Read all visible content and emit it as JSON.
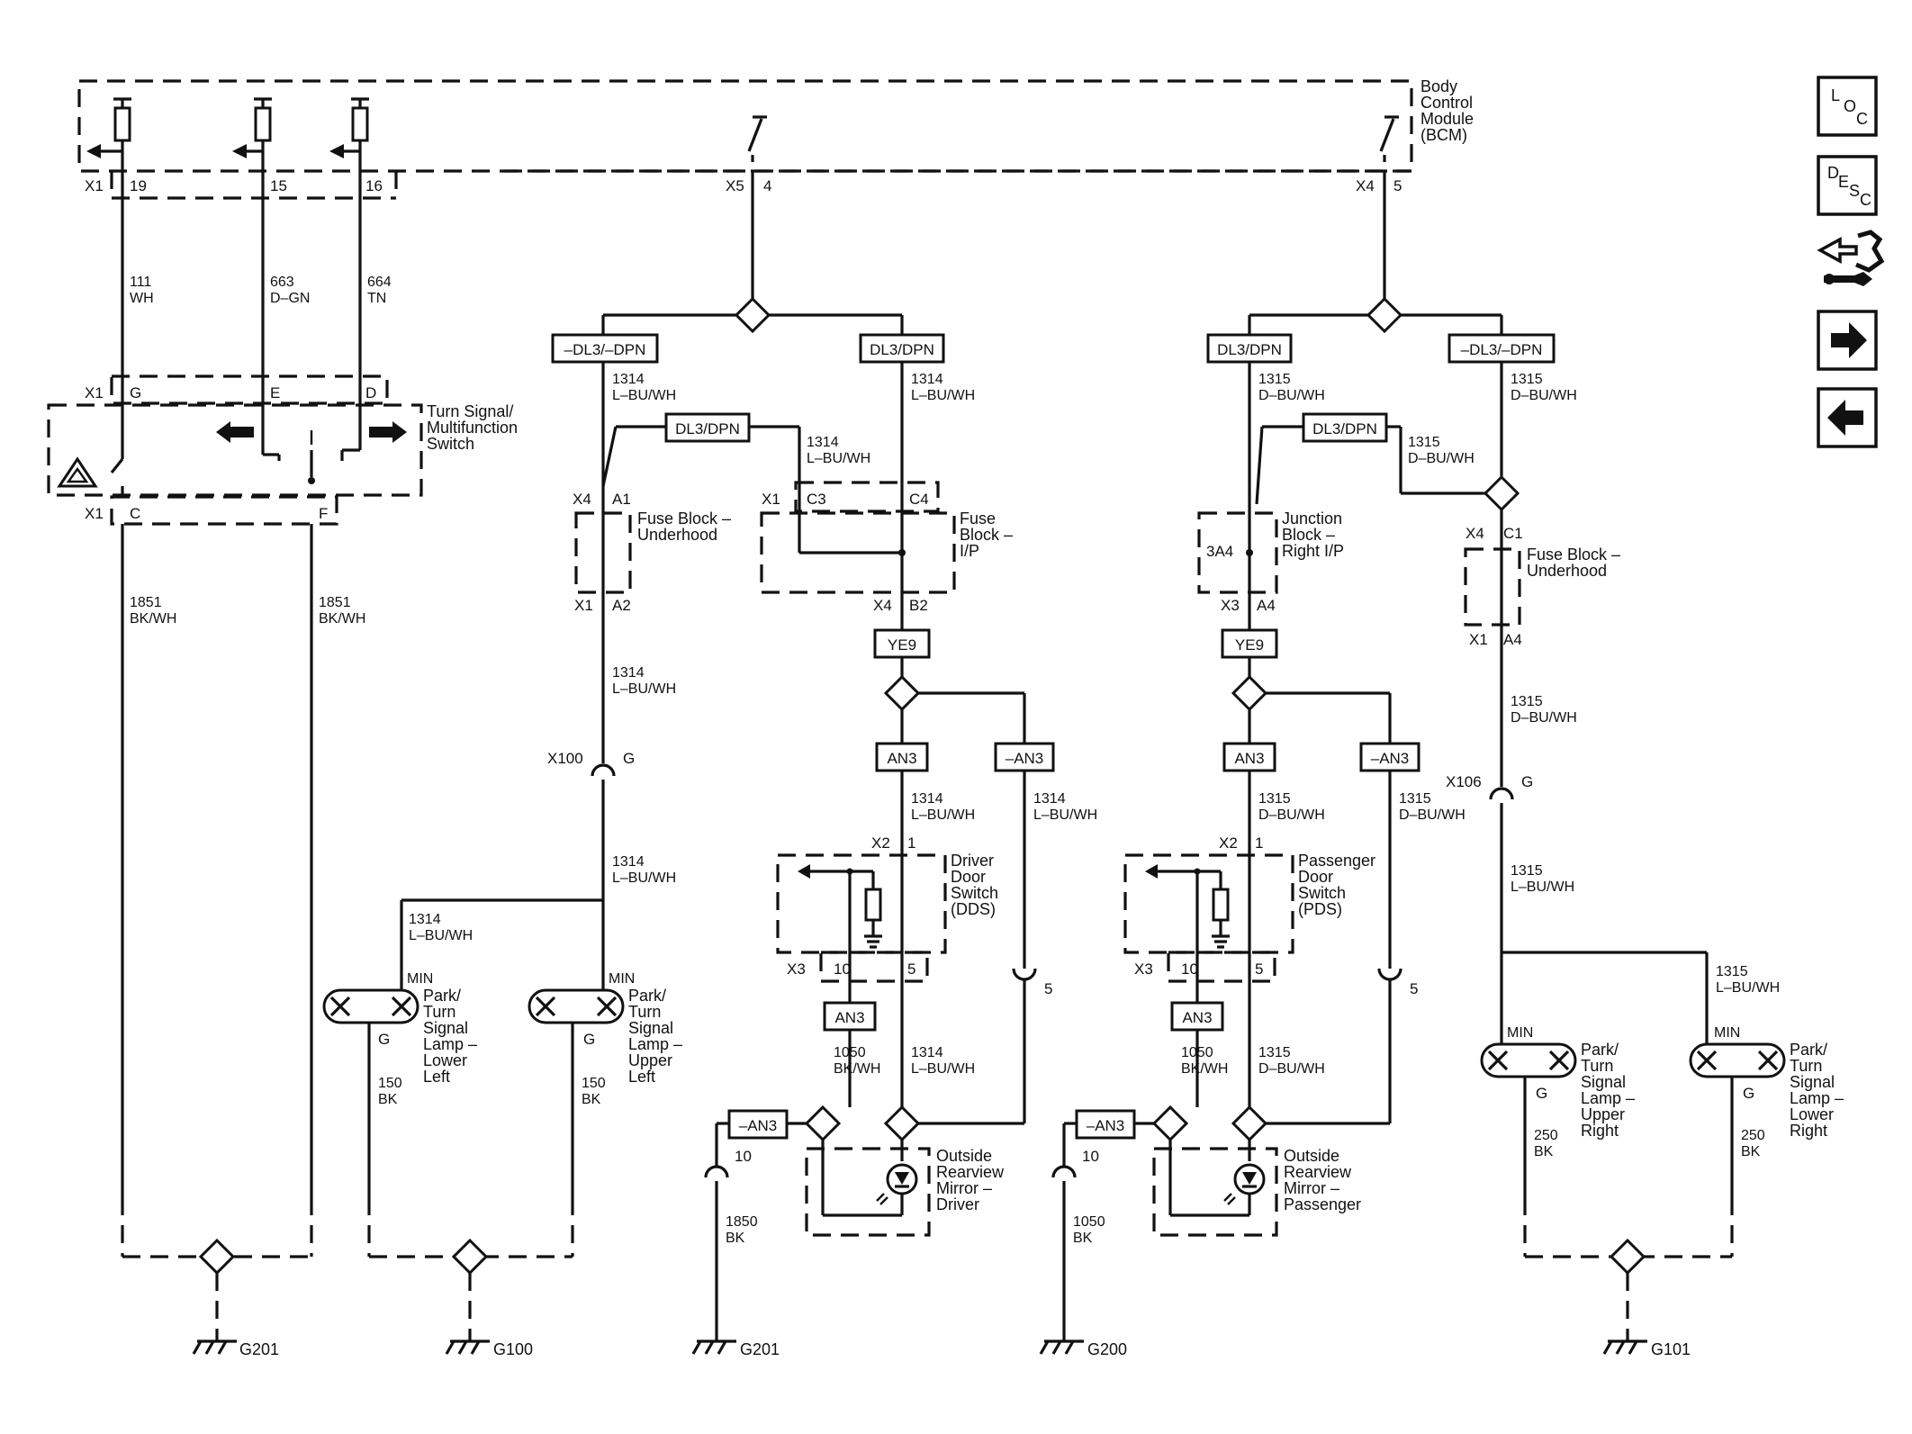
{
  "bcm": {
    "name_lines": [
      "Body",
      "Control",
      "Module",
      "(BCM)"
    ],
    "connectors": {
      "x1": "X1",
      "x5": "X5",
      "x4": "X4"
    },
    "pins": {
      "p19": "19",
      "p15": "15",
      "p16": "16",
      "p4": "4",
      "p5": "5"
    }
  },
  "bcm_wires": {
    "w111": [
      "111",
      "WH"
    ],
    "w663": [
      "663",
      "D–GN"
    ],
    "w664": [
      "664",
      "TN"
    ]
  },
  "turn_switch": {
    "name_lines": [
      "Turn Signal/",
      "Multifunction",
      "Switch"
    ],
    "conn_top": "X1",
    "pin_g": "G",
    "pin_e": "E",
    "pin_d": "D",
    "conn_bot": "X1",
    "pin_c": "C",
    "pin_f": "F"
  },
  "ground_wires": {
    "w1851_a": [
      "1851",
      "BK/WH"
    ],
    "w1851_b": [
      "1851",
      "BK/WH"
    ]
  },
  "left_circuit": {
    "tag_a": "–DL3/–DPN",
    "tag_b": "DL3/DPN",
    "tag_c": "DL3/DPN",
    "wire_a": [
      "1314",
      "L–BU/WH"
    ],
    "wire_b": [
      "1314",
      "L–BU/WH"
    ],
    "wire_c": [
      "1314",
      "L–BU/WH"
    ],
    "fuse_uh": {
      "conn_top": "X4",
      "pin_top": "A1",
      "conn_bot": "X1",
      "pin_bot": "A2",
      "name_lines": [
        "Fuse Block –",
        "Underhood"
      ]
    },
    "fuse_ip": {
      "conn_top": "X1",
      "pin_c3": "C3",
      "pin_c4": "C4",
      "conn_bot": "X4",
      "pin_b2": "B2",
      "name_lines": [
        "Fuse",
        "Block –",
        "I/P"
      ]
    },
    "wire_d": [
      "1314",
      "L–BU/WH"
    ],
    "x100": "X100",
    "x100_pin": "G",
    "wire_e": [
      "1314",
      "L–BU/WH"
    ],
    "wire_f": [
      "1314",
      "L–BU/WH"
    ],
    "min1": "MIN",
    "min2": "MIN",
    "lamp_ll": {
      "name_lines": [
        "Park/",
        "Turn",
        "Signal",
        "Lamp –",
        "Lower",
        "Left"
      ],
      "pin": "G"
    },
    "lamp_ul": {
      "name_lines": [
        "Park/",
        "Turn",
        "Signal",
        "Lamp –",
        "Upper",
        "Left"
      ],
      "pin": "G"
    },
    "wire_150a": [
      "150",
      "BK"
    ],
    "wire_150b": [
      "150",
      "BK"
    ],
    "ye9": "YE9",
    "an3_a": "AN3",
    "an3_b": "–AN3",
    "wire_g": [
      "1314",
      "L–BU/WH"
    ],
    "wire_h": [
      "1314",
      "L–BU/WH"
    ],
    "dds": {
      "conn_top": "X2",
      "pin_top": "1",
      "conn_bot": "X3",
      "pin_10": "10",
      "pin_5": "5",
      "name_lines": [
        "Driver",
        "Door",
        "Switch",
        "(DDS)"
      ]
    },
    "pin5_term": "5",
    "an3_c": "AN3",
    "wire_1050": [
      "1050",
      "BK/WH"
    ],
    "wire_i": [
      "1314",
      "L–BU/WH"
    ],
    "an3_d": "–AN3",
    "pin10": "10",
    "wire_1850": [
      "1850",
      "BK"
    ],
    "mirror": {
      "name_lines": [
        "Outside",
        "Rearview",
        "Mirror –",
        "Driver"
      ]
    }
  },
  "right_circuit": {
    "tag_a": "DL3/DPN",
    "tag_b": "–DL3/–DPN",
    "tag_c": "DL3/DPN",
    "wire_a": [
      "1315",
      "D–BU/WH"
    ],
    "wire_b": [
      "1315",
      "D–BU/WH"
    ],
    "wire_c": [
      "1315",
      "D–BU/WH"
    ],
    "jb": {
      "pin": "3A4",
      "conn_bot": "X3",
      "pin_bot": "A4",
      "name_lines": [
        "Junction",
        "Block –",
        "Right I/P"
      ]
    },
    "fuse_uh": {
      "conn_top": "X4",
      "pin_top": "C1",
      "conn_bot": "X1",
      "pin_bot": "A4",
      "name_lines": [
        "Fuse Block –",
        "Underhood"
      ]
    },
    "wire_d": [
      "1315",
      "D–BU/WH"
    ],
    "x106": "X106",
    "x106_pin": "G",
    "wire_e": [
      "1315",
      "L–BU/WH"
    ],
    "wire_f": [
      "1315",
      "L–BU/WH"
    ],
    "min1": "MIN",
    "min2": "MIN",
    "lamp_ur": {
      "name_lines": [
        "Park/",
        "Turn",
        "Signal",
        "Lamp –",
        "Upper",
        "Right"
      ],
      "pin": "G"
    },
    "lamp_lr": {
      "name_lines": [
        "Park/",
        "Turn",
        "Signal",
        "Lamp –",
        "Lower",
        "Right"
      ],
      "pin": "G"
    },
    "wire_250a": [
      "250",
      "BK"
    ],
    "wire_250b": [
      "250",
      "BK"
    ],
    "ye9": "YE9",
    "an3_a": "AN3",
    "an3_b": "–AN3",
    "wire_g": [
      "1315",
      "D–BU/WH"
    ],
    "wire_h": [
      "1315",
      "D–BU/WH"
    ],
    "pds": {
      "conn_top": "X2",
      "pin_top": "1",
      "conn_bot": "X3",
      "pin_10": "10",
      "pin_5": "5",
      "name_lines": [
        "Passenger",
        "Door",
        "Switch",
        "(PDS)"
      ]
    },
    "pin5_term": "5",
    "an3_c": "AN3",
    "wire_1050": [
      "1050",
      "BK/WH"
    ],
    "wire_i": [
      "1315",
      "D–BU/WH"
    ],
    "an3_d": "–AN3",
    "pin10": "10",
    "wire_1050b": [
      "1050",
      "BK"
    ],
    "mirror": {
      "name_lines": [
        "Outside",
        "Rearview",
        "Mirror –",
        "Passenger"
      ]
    }
  },
  "grounds": {
    "g1": "G201",
    "g2": "G100",
    "g3": "G201",
    "g4": "G200",
    "g5": "G101"
  },
  "sidebar": {
    "loc": [
      "L",
      "O",
      "C"
    ],
    "desc": [
      "D",
      "E",
      "S",
      "C"
    ],
    "icons": [
      "connector-tools-icon",
      "arrow-right-icon",
      "arrow-left-icon"
    ]
  }
}
